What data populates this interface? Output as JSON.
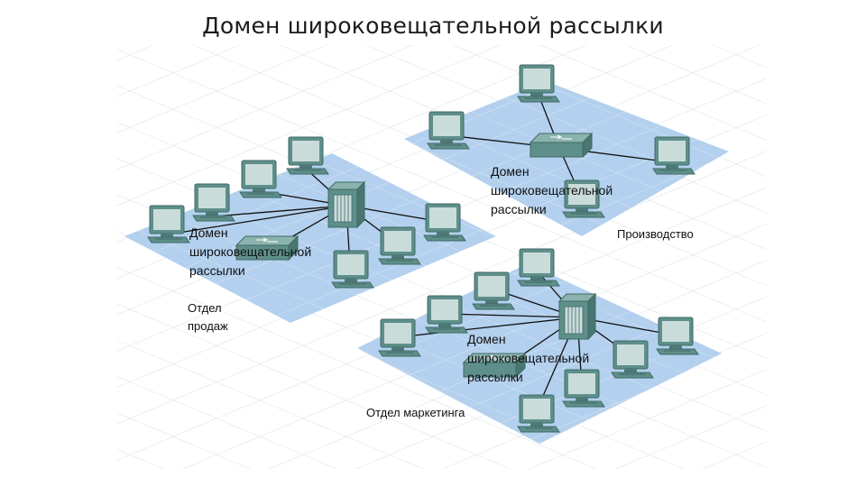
{
  "title": "Домен широковещательной рассылки",
  "domain_label": [
    "Домен",
    "широковещательной",
    "рассылки"
  ],
  "departments": {
    "sales": [
      "Отдел",
      "продаж"
    ],
    "production": "Производство",
    "marketing": "Отдел маркетинга"
  },
  "colors": {
    "floor": "#b3d0ee",
    "grid": "#cfd4dd",
    "device": "#5f8f8a",
    "screen": "#c9dcda"
  }
}
